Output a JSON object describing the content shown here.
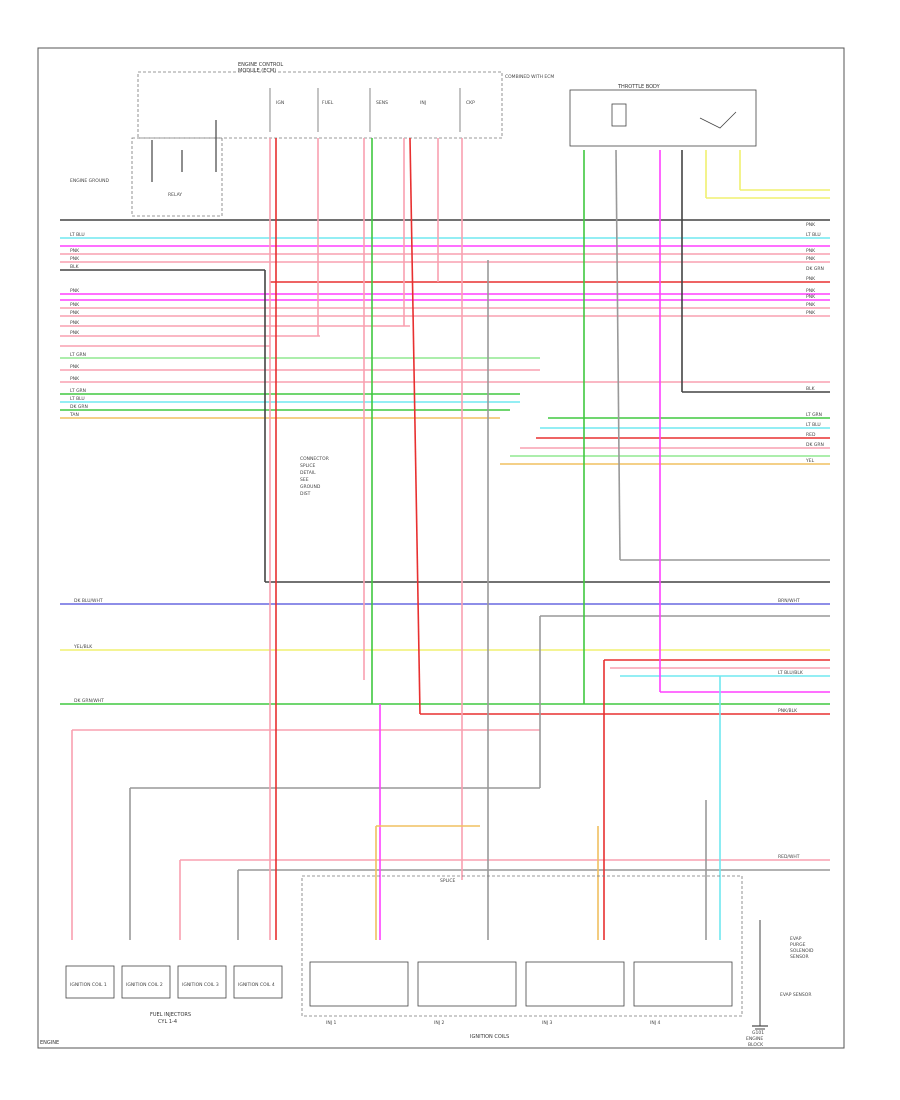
{
  "diagram": {
    "footer_code": "ENGINE",
    "modules": {
      "ecm_title_line1": "ENGINE CONTROL",
      "ecm_title_line2": "MODULE (ECM)",
      "ecm_note": "COMBINED WITH ECM",
      "ecm_pin_labels": [
        "IGN",
        "FUEL",
        "SENS",
        "INJ",
        "CKP"
      ],
      "pcm_title": "THROTTLE BODY",
      "left_ground_label": "ENGINE GROUND",
      "left_relay_label": "RELAY"
    },
    "notes": {
      "center_note_lines": [
        "CONNECTOR",
        "SPLICE",
        "DETAIL",
        "SEE",
        "GROUND",
        "DIST"
      ],
      "right_note_lines": [
        "EVAP",
        "PURGE",
        "SOLENOID",
        "SENSOR"
      ],
      "splice": "SPLICE",
      "ignition_coils": "IGNITION COILS",
      "fuel_injectors_line1": "FUEL INJECTORS",
      "fuel_injectors_line2": "CYL 1-4",
      "ground_bottom": "G101",
      "ground_bottom2": "ENGINE",
      "ground_bottom3": "BLOCK",
      "evap_label": "EVAP SENSOR"
    },
    "wire_colors": {
      "pink": "#f8a0b0",
      "red": "#e83030",
      "magenta": "#ff40ff",
      "cyan": "#70e8f0",
      "green": "#40c840",
      "light_green": "#90e890",
      "blue": "#6868e0",
      "yellow": "#f0f070",
      "orange": "#f0c060",
      "black": "#444444",
      "gray": "#999999",
      "tan": "#d8c890"
    },
    "coil_labels": [
      "IGNITION COIL 1",
      "IGNITION COIL 2",
      "IGNITION COIL 3",
      "IGNITION COIL 4"
    ],
    "injector_labels": [
      "INJ 1",
      "INJ 2",
      "INJ 3",
      "INJ 4"
    ],
    "left_row_labels": [
      "LT BLU",
      "PNK",
      "PNK",
      "BLK",
      "PNK",
      "PNK",
      "PNK",
      "PNK",
      "PNK",
      "LT GRN",
      "PNK",
      "PNK",
      "LT GRN",
      "LT BLU",
      "DK GRN",
      "TAN"
    ],
    "right_row_labels": [
      "PNK",
      "LT BLU",
      "PNK",
      "PNK",
      "DK GRN",
      "PNK",
      "PNK",
      "PNK",
      "PNK",
      "PNK",
      "BLK",
      "LT GRN",
      "LT BLU",
      "RED",
      "DK GRN",
      "YEL"
    ],
    "mid_labels": [
      "DK BLU/WHT",
      "YEL/BLK",
      "DK GRN/WHT",
      "BRN/WHT",
      "LT BLU/BLK",
      "RED/WHT",
      "PNK/BLK"
    ]
  }
}
